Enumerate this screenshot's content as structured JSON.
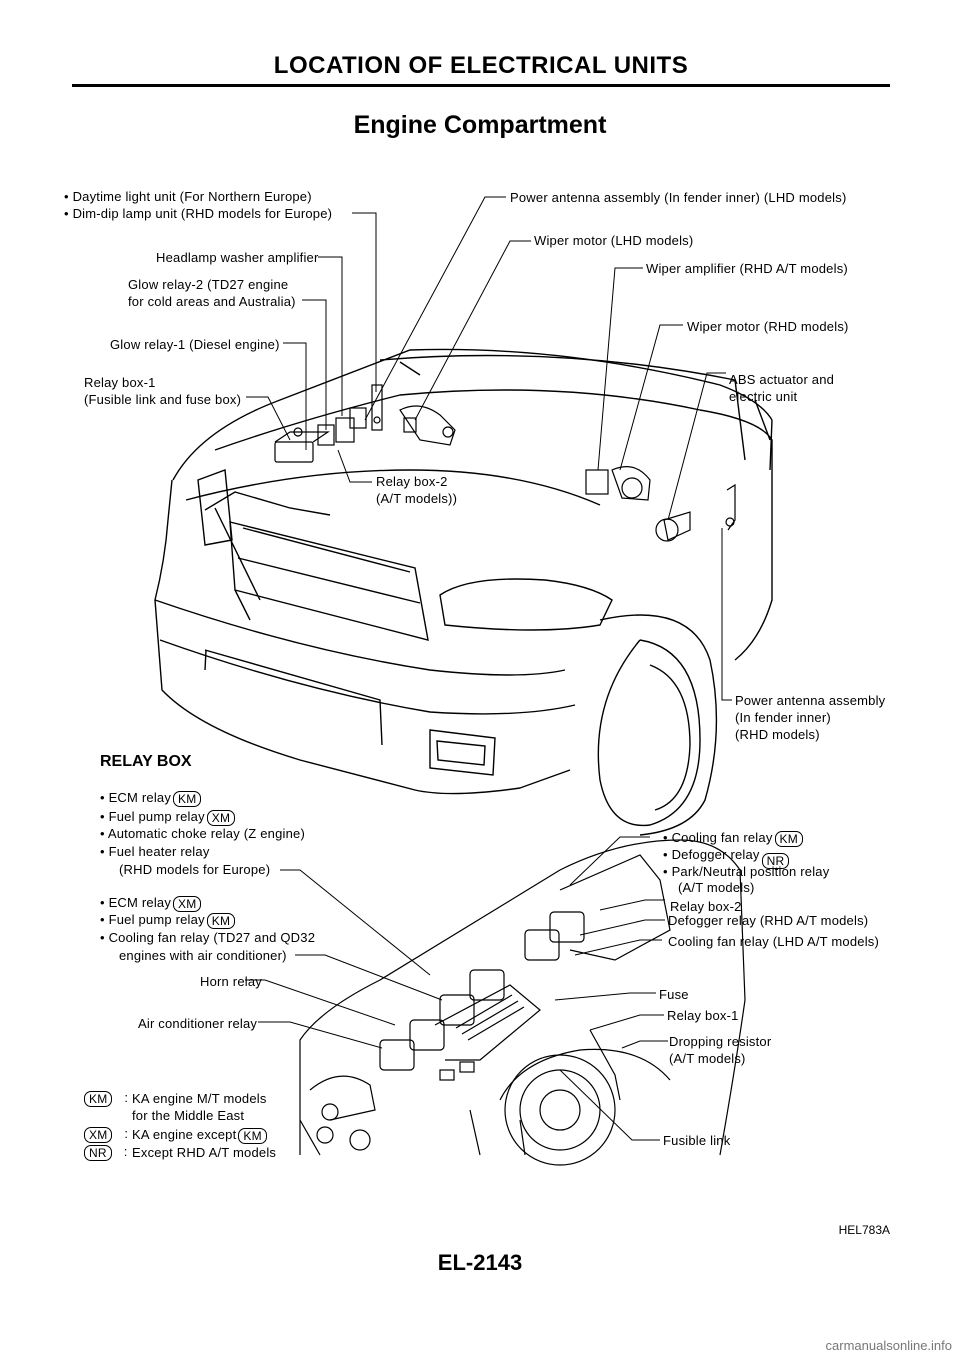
{
  "header": "LOCATION OF ELECTRICAL UNITS",
  "title": "Engine Compartment",
  "engine_labels": {
    "daytime_light": "• Daytime light unit (For Northern Europe)",
    "dim_dip": "• Dim-dip lamp unit (RHD models for Europe)",
    "headlamp_washer": "Headlamp washer amplifier",
    "glow_relay_2_a": "Glow relay-2 (TD27 engine",
    "glow_relay_2_b": "for cold areas and Australia)",
    "glow_relay_1": "Glow relay-1 (Diesel engine)",
    "relay_box_1_a": "Relay box-1",
    "relay_box_1_b": "(Fusible link and fuse box)",
    "relay_box_2_a": "Relay box-2",
    "relay_box_2_b": "(A/T models))",
    "power_antenna_lhd": "Power antenna assembly (In fender inner) (LHD models)",
    "wiper_motor_lhd": "Wiper motor (LHD models)",
    "wiper_amplifier": "Wiper amplifier (RHD A/T models)",
    "wiper_motor_rhd": "Wiper motor (RHD models)",
    "abs_a": "ABS actuator and",
    "abs_b": "electric unit",
    "power_antenna_rhd_a": "Power antenna assembly",
    "power_antenna_rhd_b": "(In fender inner)",
    "power_antenna_rhd_c": "(RHD models)"
  },
  "relay_box": {
    "title": "RELAY BOX",
    "ecm_relay_1": "• ECM relay",
    "fuel_pump_1": "• Fuel pump relay",
    "auto_choke": "• Automatic choke relay (Z engine)",
    "fuel_heater": "• Fuel heater relay",
    "fuel_heater_b": "(RHD models for Europe)",
    "ecm_relay_2": "• ECM relay",
    "fuel_pump_2": "• Fuel pump relay",
    "cooling_fan_td27": "• Cooling fan relay (TD27 and QD32",
    "cooling_fan_td27_b": "engines with air conditioner)",
    "horn_relay": "Horn relay",
    "ac_relay": "Air conditioner relay",
    "cooling_fan_right": "• Cooling fan relay",
    "defogger_relay": "• Defogger relay",
    "park_neutral": "• Park/Neutral position relay",
    "park_neutral_b": "(A/T models)",
    "relay_box_2": "Relay box-2",
    "defogger_rhd": "Defogger relay (RHD A/T models)",
    "cooling_fan_lhd": "Cooling fan relay (LHD A/T models)",
    "fuse": "Fuse",
    "relay_box_1": "Relay box-1",
    "dropping_resistor": "Dropping resistor",
    "dropping_resistor_b": "(A/T models)",
    "fusible_link": "Fusible link"
  },
  "codes": {
    "km": "KM",
    "xm": "XM",
    "nr": "NR"
  },
  "legend": {
    "colon": ":",
    "km_desc_a": "KA engine M/T models",
    "km_desc_b": "for the Middle East",
    "xm_desc": "KA engine except",
    "nr_desc": "Except RHD A/T models"
  },
  "figure_ref": "HEL783A",
  "page_number": "EL-2143",
  "footer": "carmanualsonline.info"
}
